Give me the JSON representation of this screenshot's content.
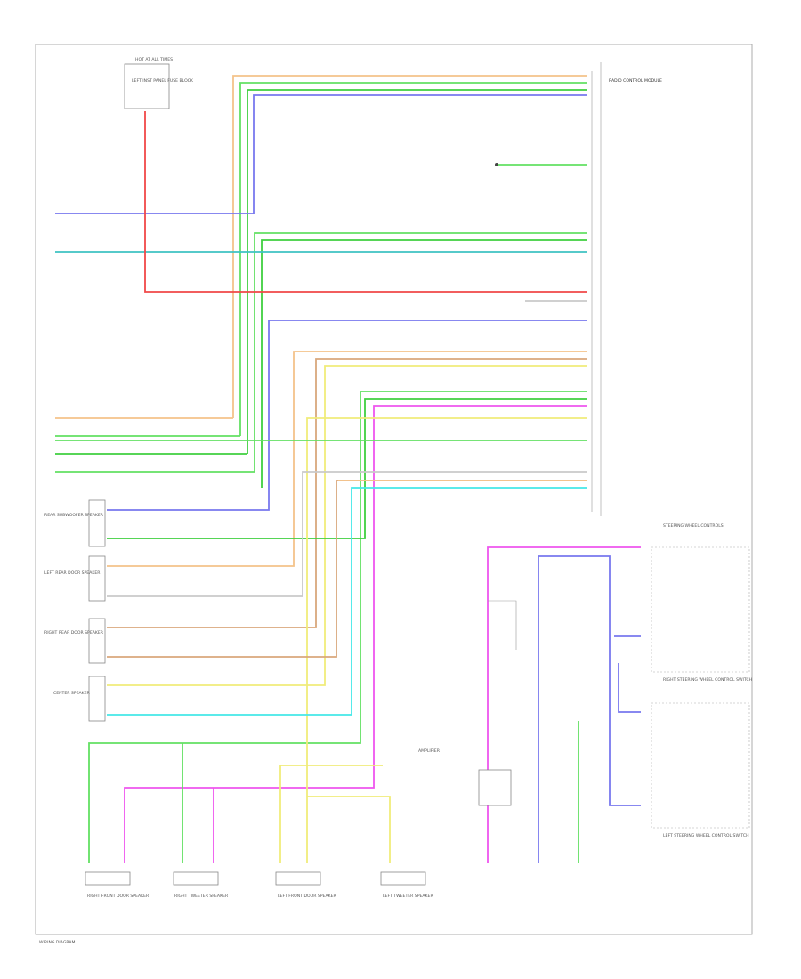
{
  "diagram": {
    "colors": {
      "orange": "#f4c38a",
      "green": "#63e063",
      "darkgreen": "#3fcf3f",
      "blue": "#7878ee",
      "teal": "#3ec2c2",
      "red": "#f04848",
      "pink": "#ee55ee",
      "yellow": "#f0ec7a",
      "brown": "#d9a87c",
      "lightgray": "#c9c9c9",
      "cyan": "#44e8e8"
    },
    "labels": {
      "top_fuse": "HOT AT ALL TIMES",
      "top_fuse_box": "LEFT INST PANEL FUSE BLOCK",
      "radio_module": "RADIO CONTROL MODULE",
      "amp": "AMPLIFIER",
      "rear_sub": "REAR SUBWOOFER SPEAKER",
      "left_rear": "LEFT REAR DOOR SPEAKER",
      "right_rear": "RIGHT REAR DOOR SPEAKER",
      "center": "CENTER SPEAKER",
      "front_rf": "RIGHT FRONT DOOR SPEAKER",
      "front_rt": "RIGHT TWEETER SPEAKER",
      "front_lf": "LEFT FRONT DOOR SPEAKER",
      "front_lt": "LEFT TWEETER SPEAKER",
      "steer": "STEERING WHEEL CONTROLS",
      "left_sw": "LEFT STEERING WHEEL CONTROL SWITCH",
      "right_sw": "RIGHT STEERING WHEEL CONTROL SWITCH",
      "footer": "WIRING DIAGRAM"
    }
  }
}
